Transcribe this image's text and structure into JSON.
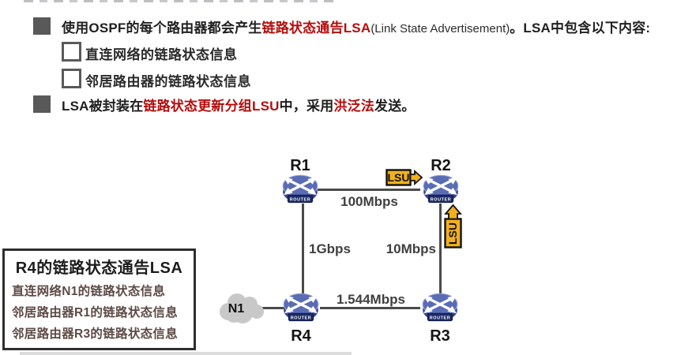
{
  "bullets": {
    "item1": {
      "pre": "使用OSPF的每个路由器都会产生",
      "highlight": "链路状态通告LSA",
      "paren": "(Link State Advertisement)",
      "post": "。LSA中包含以下内容:"
    },
    "sub_items": [
      "直连网络的链路状态信息",
      "邻居路由器的链路状态信息"
    ],
    "item2": {
      "pre": "LSA被封装在",
      "highlight1": "链路状态更新分组LSU",
      "mid": "中，采用",
      "highlight2": "洪泛法",
      "post": "发送。"
    }
  },
  "info_box": {
    "title": "R4的链路状态通告LSA",
    "lines": [
      "直连网络N1的链路状态信息",
      "邻居路由器R1的链路状态信息",
      "邻居路由器R3的链路状态信息"
    ]
  },
  "diagram": {
    "router_text": "ROUTER",
    "nodes": [
      {
        "label": "R1"
      },
      {
        "label": "R2"
      },
      {
        "label": "R3"
      },
      {
        "label": "R4"
      }
    ],
    "cloud_label": "N1",
    "links": [
      {
        "label": "100Mbps"
      },
      {
        "label": "1Gbps"
      },
      {
        "label": "10Mbps"
      },
      {
        "label": "1.544Mbps"
      }
    ],
    "lsu_label": "LSU"
  },
  "colors": {
    "accent_red": "#b50d0d",
    "info_text": "#5d4a46",
    "lsu_yellow": "#f2b01e",
    "router_blue": "#5a6cb4",
    "line_gray": "#4a4a4a"
  }
}
